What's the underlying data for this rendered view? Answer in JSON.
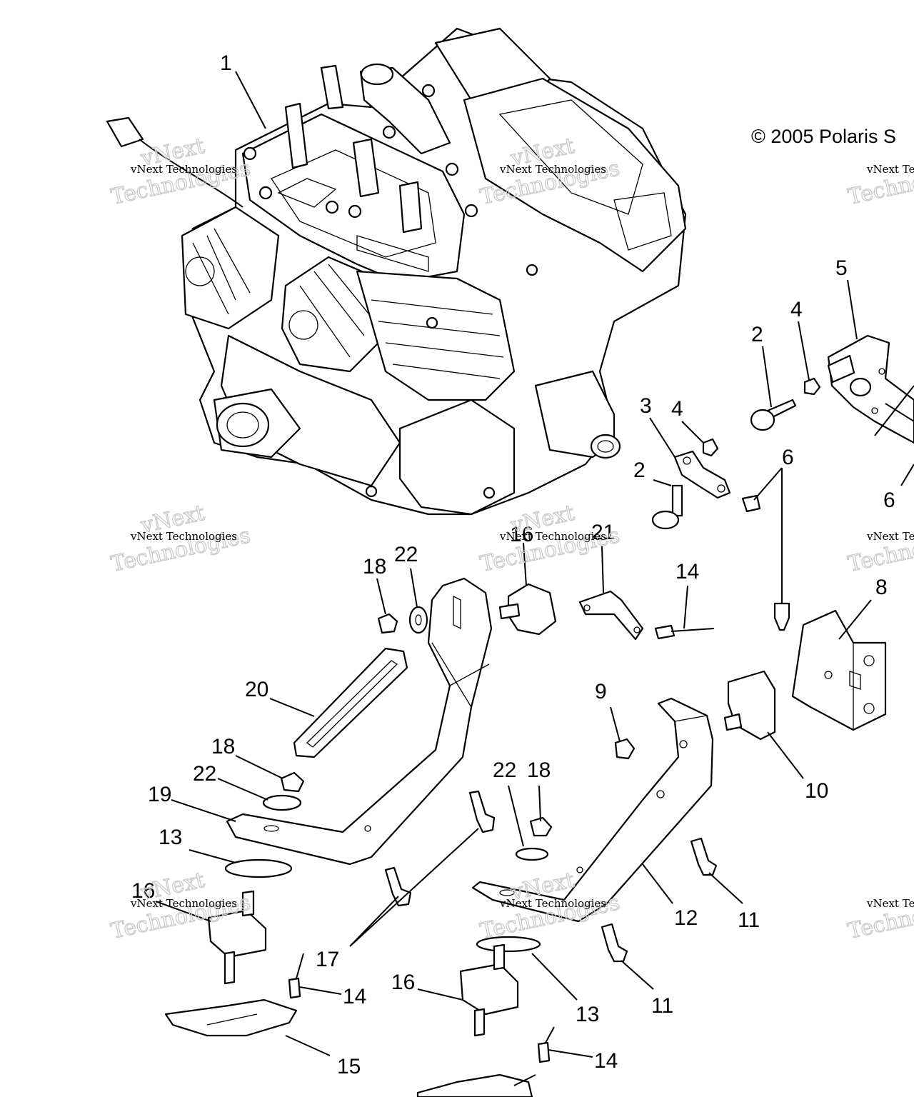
{
  "copyright": "© 2005 Polaris S",
  "watermark": {
    "line1": "vNext Technologies",
    "line2": "Technologies",
    "line3": "vNext"
  },
  "callouts": {
    "c1": "1",
    "c2a": "2",
    "c2b": "2",
    "c3": "3",
    "c4a": "4",
    "c4b": "4",
    "c5": "5",
    "c6a": "6",
    "c6b": "6",
    "c8": "8",
    "c9": "9",
    "c10": "10",
    "c11a": "11",
    "c11b": "11",
    "c12": "12",
    "c13a": "13",
    "c13b": "13",
    "c14a": "14",
    "c14b": "14",
    "c14c": "14",
    "c15": "15",
    "c16a": "16",
    "c16b": "16",
    "c16c": "16",
    "c17": "17",
    "c18a": "18",
    "c18b": "18",
    "c18c": "18",
    "c19": "19",
    "c20": "20",
    "c21": "21",
    "c22a": "22",
    "c22b": "22",
    "c22c": "22"
  }
}
